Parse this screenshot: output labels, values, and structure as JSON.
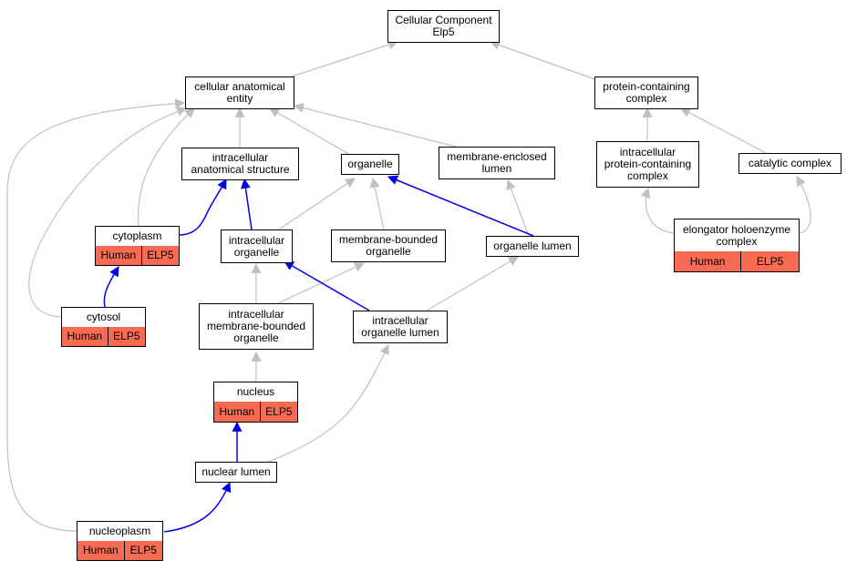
{
  "nodes": {
    "root": [
      "Cellular Component",
      "Elp5"
    ],
    "cae": [
      "cellular anatomical",
      "entity"
    ],
    "pcc": [
      "protein-containing",
      "complex"
    ],
    "ias": [
      "intracellular",
      "anatomical structure"
    ],
    "organelle": [
      "organelle"
    ],
    "mel": [
      "membrane-enclosed",
      "lumen"
    ],
    "ipcc": [
      "intracellular",
      "protein-containing",
      "complex"
    ],
    "catalytic": [
      "catalytic complex"
    ],
    "cytoplasm": [
      "cytoplasm"
    ],
    "io": [
      "intracellular",
      "organelle"
    ],
    "mbo": [
      "membrane-bounded",
      "organelle"
    ],
    "ol": [
      "organelle lumen"
    ],
    "elongator": [
      "elongator holoenzyme",
      "complex"
    ],
    "cytosol": [
      "cytosol"
    ],
    "imbo": [
      "intracellular",
      "membrane-bounded",
      "organelle"
    ],
    "iol": [
      "intracellular",
      "organelle lumen"
    ],
    "nucleus": [
      "nucleus"
    ],
    "nl": [
      "nuclear lumen"
    ],
    "nucleoplasm": [
      "nucleoplasm"
    ]
  },
  "annotations": {
    "cytoplasm": [
      "Human",
      "ELP5"
    ],
    "elongator": [
      "Human",
      "ELP5"
    ],
    "cytosol": [
      "Human",
      "ELP5"
    ],
    "nucleus": [
      "Human",
      "ELP5"
    ],
    "nucleoplasm": [
      "Human",
      "ELP5"
    ]
  },
  "colors": {
    "is_a_edge": "#c0c0c0",
    "part_of_edge": "#0000ee",
    "annotation_fill": "#f86a52"
  }
}
